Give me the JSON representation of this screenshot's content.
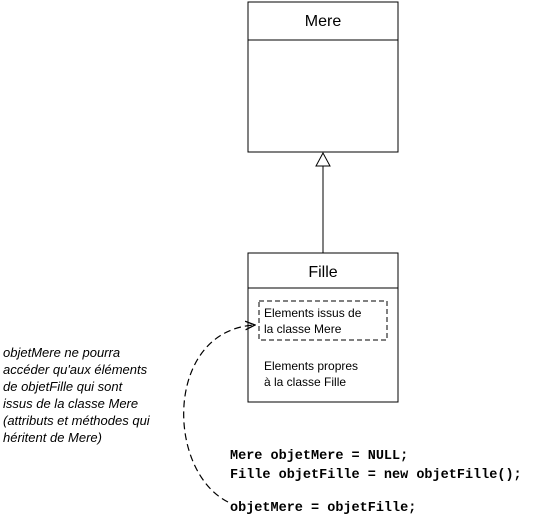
{
  "mere_class": {
    "name": "Mere"
  },
  "fille_class": {
    "name": "Fille",
    "inherited_line1": "Elements issus de",
    "inherited_line2": "la classe Mere",
    "own_line1": "Elements propres",
    "own_line2": "à la classe Fille"
  },
  "note": [
    "objetMere ne pourra",
    "accéder qu'aux éléments",
    "de objetFille qui sont",
    "issus de la classe Mere",
    "(attributs et méthodes qui",
    "héritent de Mere)"
  ],
  "code": [
    "Mere objetMere = NULL;",
    "Fille objetFille = new objetFille();",
    "objetMere = objetFille;"
  ]
}
